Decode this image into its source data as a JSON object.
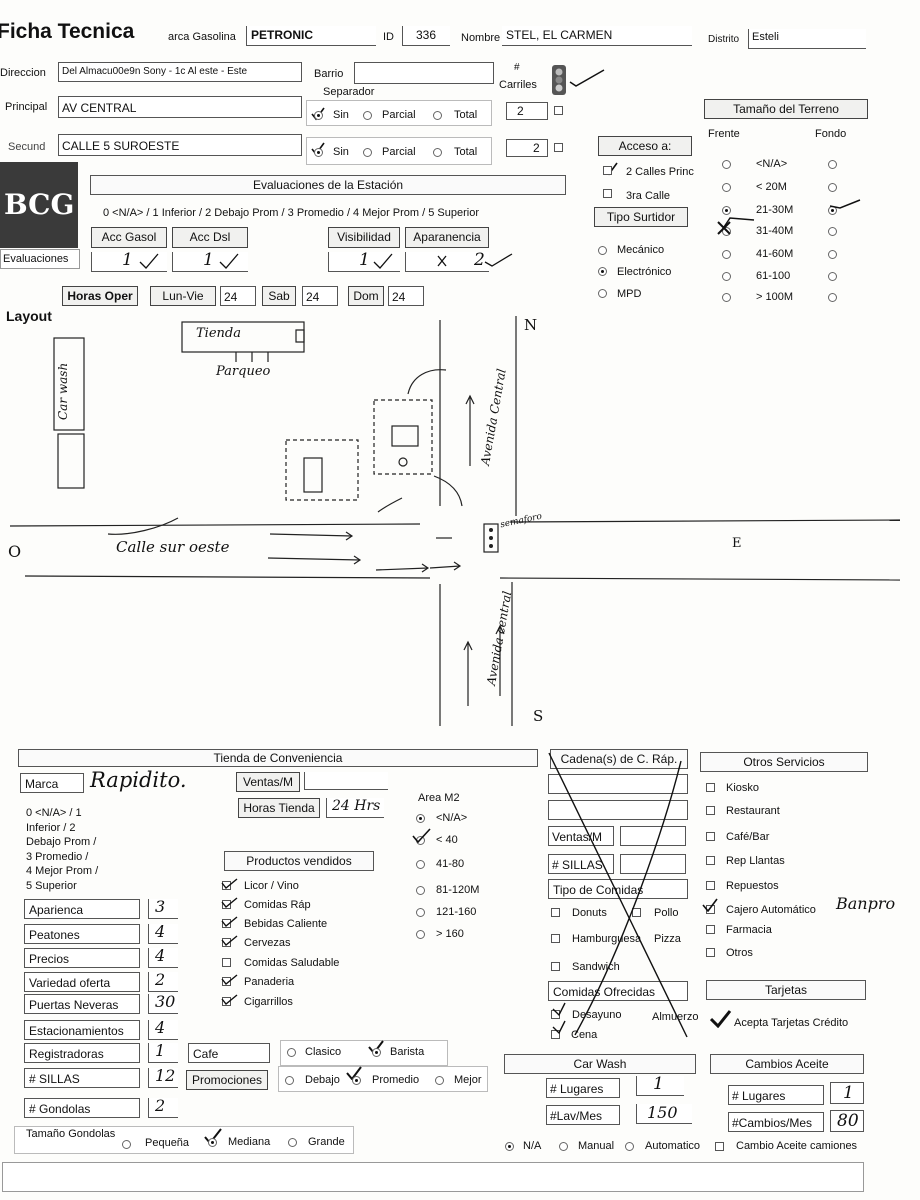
{
  "header": {
    "title": "Ficha Tecnica",
    "marca_label": "arca Gasolina",
    "marca_value": "PETRONIC",
    "id_label": "ID",
    "id_value": "336",
    "nombre_label": "Nombre",
    "nombre_value": "STEL, EL CARMEN",
    "distrito_label": "Distrito",
    "distrito_value": "Esteli",
    "direccion_label": "Direccion",
    "direccion_value": "Del Almacu00e9n Sony - 1c  Al este  - Este",
    "barrio_label": "Barrio",
    "carriles_label1": "#",
    "carriles_label2": "Carriles",
    "separador_label": "Separador",
    "principal_label": "Principal",
    "principal_value": "AV CENTRAL",
    "secund_label": "Secund",
    "secund_value": "CALLE 5 SUROESTE",
    "sep_opts": [
      "Sin",
      "Parcial",
      "Total"
    ],
    "carriles_principal": "2",
    "carriles_secund": "2",
    "tamano_title": "Tamaño del Terreno",
    "frente_label": "Frente",
    "fondo_label": "Fondo",
    "tamano_opts": [
      "<N/A>",
      "< 20M",
      "21-30M",
      "31-40M",
      "41-60M",
      "61-100",
      "> 100M"
    ],
    "acceso_title": "Acceso a:",
    "acceso_opts": [
      "2 Calles Princ",
      "3ra Calle"
    ],
    "tipo_surtidor_title": "Tipo Surtidor",
    "surtidor_opts": [
      "Mecánico",
      "Electrónico",
      "MPD"
    ],
    "logo_text": "BCG",
    "evaluaciones_title": "Evaluaciones de la Estación",
    "eval_scale": "0 <N/A> / 1 Inferior / 2 Debajo Prom / 3 Promedio / 4 Mejor Prom / 5 Superior",
    "eval_buttons": [
      "Acc Gasol",
      "Acc Dsl",
      "Visibilidad",
      "Aparanencia"
    ],
    "eval_values": [
      "1",
      "1",
      "1",
      "2"
    ],
    "evaluaciones_label": "Evaluaciones",
    "horas_label": "Horas Oper",
    "lunvie_label": "Lun-Vie",
    "lunvie_value": "24",
    "sab_label": "Sab",
    "sab_value": "24",
    "dom_label": "Dom",
    "dom_value": "24"
  },
  "layout": {
    "title": "Layout",
    "n": "N",
    "s": "S",
    "e": "E",
    "o": "O",
    "tienda": "Tienda",
    "parqueo": "Parqueo",
    "carwash": "Car wash",
    "calle": "Calle sur oeste",
    "avenida_top": "Avenida Central",
    "avenida_bottom": "Avenida central",
    "semaforo": "semaforo"
  },
  "tienda": {
    "title": "Tienda de Conveniencia",
    "marca_label": "Marca",
    "marca_value": "Rapidito.",
    "ventas_label": "Ventas/M",
    "horas_label": "Horas Tienda",
    "horas_value": "24 Hrs",
    "scale": [
      "0 <N/A> / 1",
      "Inferior / 2",
      "Debajo Prom /",
      "3 Promedio /",
      "4 Mejor Prom /",
      "5 Superior"
    ],
    "area_label": "Area M2",
    "area_opts": [
      "<N/A>",
      "< 40",
      "41-80",
      "81-120M",
      "121-160",
      "> 160"
    ],
    "productos_title": "Productos vendidos",
    "productos": [
      "Licor / Vino",
      "Comidas Ráp",
      "Bebidas Caliente",
      "Cervezas",
      "Comidas Saludable",
      "Panaderia",
      "Cigarrillos"
    ],
    "ratings": [
      {
        "label": "Aparienca",
        "value": "3"
      },
      {
        "label": "Peatones",
        "value": "4"
      },
      {
        "label": "Precios",
        "value": "4"
      },
      {
        "label": "Variedad oferta",
        "value": "2"
      },
      {
        "label": "Puertas Neveras",
        "value": "30"
      },
      {
        "label": "Estacionamientos",
        "value": "4"
      },
      {
        "label": "Registradoras",
        "value": "1"
      },
      {
        "label": "# SILLAS",
        "value": "12"
      },
      {
        "label": "# Gondolas",
        "value": "2"
      }
    ],
    "cafe_label": "Cafe",
    "cafe_opts": [
      "Clasico",
      "Barista"
    ],
    "promo_label": "Promociones",
    "promo_opts": [
      "Debajo",
      "Promedio",
      "Mejor"
    ],
    "gondola_label": "Tamaño Gondolas",
    "gondola_opts": [
      "Pequeña",
      "Mediana",
      "Grande"
    ]
  },
  "cadena": {
    "title": "Cadena(s) de C. Ráp.",
    "ventas_label": "Ventas/M",
    "sillas_label": "# SILLAS",
    "tipo_label": "Tipo de Comidas",
    "tipos": [
      "Donuts",
      "Pollo",
      "Hamburguesa",
      "Pizza",
      "Sandwich"
    ],
    "ofrecidas_label": "Comidas Ofrecidas",
    "ofrecidas": [
      "Desayuno",
      "Almuerzo",
      "Cena"
    ]
  },
  "otros": {
    "title": "Otros Servicios",
    "items": [
      "Kiosko",
      "Restaurant",
      "Café/Bar",
      "Rep Llantas",
      "Repuestos",
      "Cajero Automático",
      "Farmacia",
      "Otros"
    ],
    "cajero_note": "Banpro",
    "tarjetas_title": "Tarjetas",
    "tarjetas_label": "Acepta Tarjetas Crédito"
  },
  "carwash": {
    "title": "Car Wash",
    "lugares_label": "# Lugares",
    "lugares_value": "1",
    "lavmes_label": "#Lav/Mes",
    "lavmes_value": "150",
    "opts": [
      "N/A",
      "Manual",
      "Automatico"
    ]
  },
  "aceite": {
    "title": "Cambios Aceite",
    "lugares_label": "# Lugares",
    "lugares_value": "1",
    "cambios_label": "#Cambios/Mes",
    "cambios_value": "80",
    "camiones_label": "Cambio Aceite camiones"
  }
}
